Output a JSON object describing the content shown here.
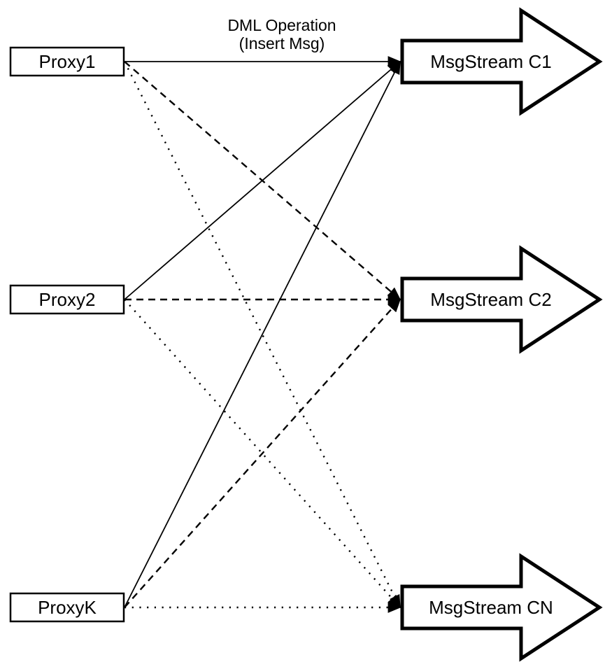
{
  "diagram": {
    "annotation": {
      "line1": "DML Operation",
      "line2": "(Insert Msg)"
    },
    "proxies": [
      {
        "label": "Proxy1"
      },
      {
        "label": "Proxy2"
      },
      {
        "label": "ProxyK"
      }
    ],
    "streams": [
      {
        "label": "MsgStream C1"
      },
      {
        "label": "MsgStream C2"
      },
      {
        "label": "MsgStream CN"
      }
    ],
    "edges": [
      {
        "from": "Proxy1",
        "to": "MsgStream C1",
        "style": "solid"
      },
      {
        "from": "Proxy1",
        "to": "MsgStream C2",
        "style": "dashed"
      },
      {
        "from": "Proxy1",
        "to": "MsgStream CN",
        "style": "dotted"
      },
      {
        "from": "Proxy2",
        "to": "MsgStream C1",
        "style": "solid"
      },
      {
        "from": "Proxy2",
        "to": "MsgStream C2",
        "style": "dashed"
      },
      {
        "from": "Proxy2",
        "to": "MsgStream CN",
        "style": "dotted"
      },
      {
        "from": "ProxyK",
        "to": "MsgStream C1",
        "style": "solid"
      },
      {
        "from": "ProxyK",
        "to": "MsgStream C2",
        "style": "dashed"
      },
      {
        "from": "ProxyK",
        "to": "MsgStream CN",
        "style": "dotted"
      }
    ],
    "colors": {
      "stroke": "#000000",
      "fill": "#ffffff"
    }
  }
}
